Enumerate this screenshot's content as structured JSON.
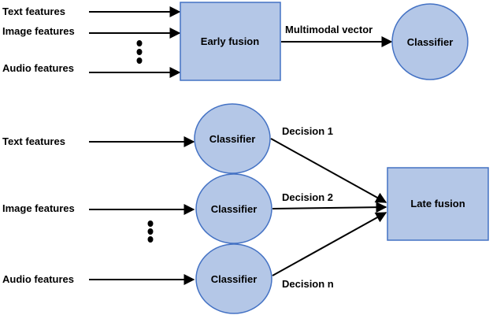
{
  "early": {
    "inputs": [
      "Text features",
      "Image features",
      "Audio features"
    ],
    "fusion_label": "Early fusion",
    "edge_label": "Multimodal vector",
    "classifier_label": "Classifier"
  },
  "late": {
    "inputs": [
      "Text features",
      "Image features",
      "Audio features"
    ],
    "classifier_labels": [
      "Classifier",
      "Classifier",
      "Classifier"
    ],
    "decisions": [
      "Decision 1",
      "Decision 2",
      "Decision n"
    ],
    "fusion_label": "Late fusion"
  },
  "colors": {
    "node_fill": "#b4c7e7",
    "node_stroke": "#4472c4",
    "edge": "#000000"
  }
}
